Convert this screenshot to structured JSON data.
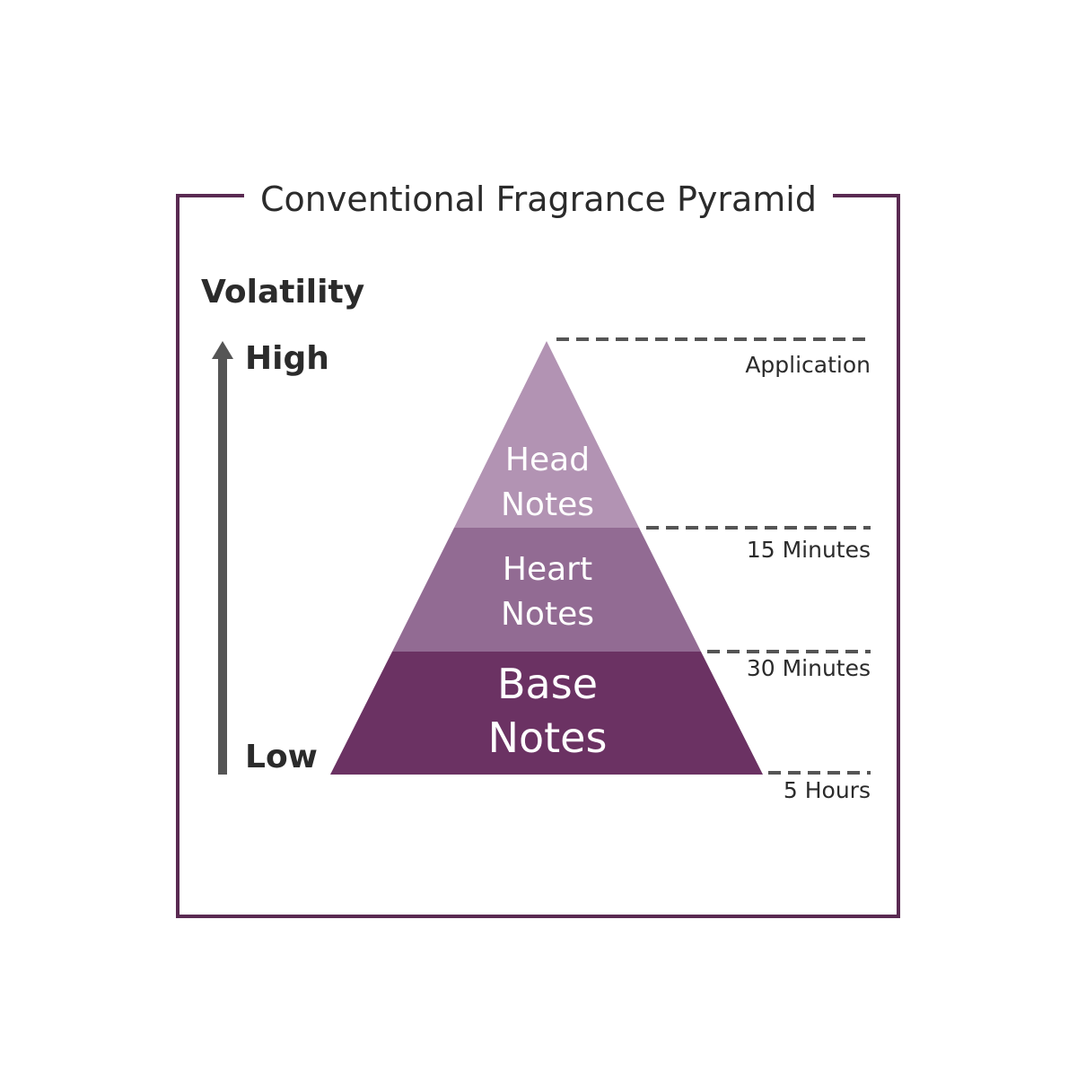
{
  "title": "Conventional Fragrance Pyramid",
  "axis": {
    "label": "Volatility",
    "high": "High",
    "low": "Low"
  },
  "tiers": [
    {
      "line1": "Head",
      "line2": "Notes",
      "color": "#b293b3"
    },
    {
      "line1": "Heart",
      "line2": "Notes",
      "color": "#926b93"
    },
    {
      "line1": "Base",
      "line2": "Notes",
      "color": "#6b3263"
    }
  ],
  "timeline": [
    "Application",
    "15 Minutes",
    "30 Minutes",
    "5 Hours"
  ],
  "colors": {
    "frame": "#5a2a52",
    "arrow": "#555555",
    "dash": "#555555"
  }
}
